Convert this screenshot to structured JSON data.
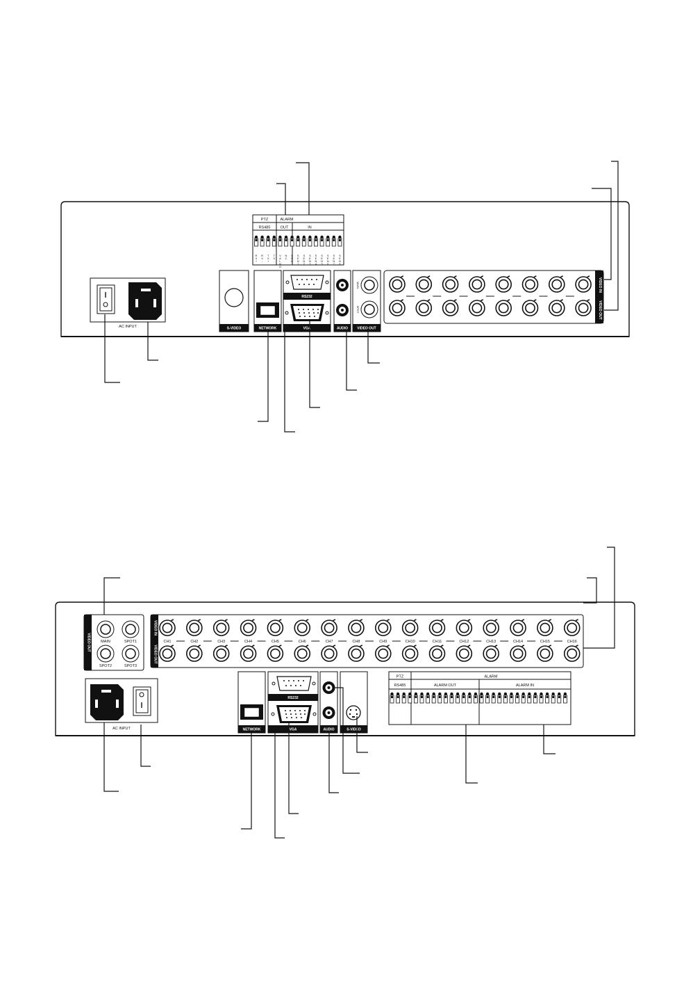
{
  "top_panel": {
    "ac_input": "AC INPUT",
    "s_video": "S-VIDEO",
    "network": "NETWORK",
    "rs232": "RS232",
    "vga": "VGA",
    "audio": "AUDIO",
    "video_out": "VIDEO OUT",
    "main": "MAIN",
    "spot": "SPOT",
    "ptz": "PTZ",
    "alarm": "ALARM",
    "rs485": "RS485",
    "out": "OUT",
    "in": "IN",
    "video_in": "VIDEO IN",
    "video_out_side": "VIDEO OUT",
    "terminal_marks": [
      "R X +",
      "R X -",
      "T X +",
      "T X -",
      "V A L N O",
      "N C",
      "G N D",
      "S E N 1",
      "S E N 2",
      "S E N 3",
      "S E N 4",
      "S E N 5",
      "S E N 6",
      "S E N 7",
      "S E N 8"
    ]
  },
  "bottom_panel": {
    "video_out": "VIDEO OUT",
    "main": "MAIN",
    "spot1": "SPOT1",
    "spot2": "SPOT2",
    "spot3": "SPOT3",
    "video_in": "VIDEO IN",
    "video_out_side": "VIDEO OUT",
    "channels": [
      "CH1",
      "CH2",
      "CH3",
      "CH4",
      "CH5",
      "CH6",
      "CH7",
      "CH8",
      "CH9",
      "CH10",
      "CH11",
      "CH12",
      "CH13",
      "CH14",
      "CH15",
      "CH16"
    ],
    "ac_input": "AC INPUT",
    "network": "NETWORK",
    "rs232": "RS232",
    "vga": "VGA",
    "audio": "AUDIO",
    "s_video": "S-VIDEO",
    "ptz": "PTZ",
    "alarm": "ALARM",
    "rs485": "RS485",
    "alarm_out": "ALARM OUT",
    "alarm_in": "ALARM IN"
  }
}
